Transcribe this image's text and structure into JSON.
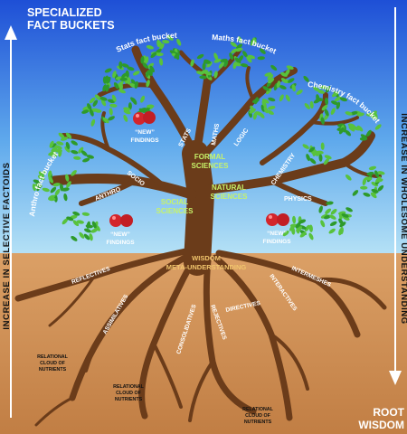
{
  "title": {
    "line1": "SPECIALIZED",
    "line2": "FACT BUCKETS"
  },
  "root_title": {
    "line1": "ROOT",
    "line2": "WISDOM"
  },
  "left_axis": "INCREASE  IN  SELECTIVE  FACTOIDS",
  "right_axis": "INCREASE  IN  WHOLESOME  UNDERSTANDING",
  "buckets": {
    "anthro": "Anthro fact bucket",
    "stats": "Stats fact bucket",
    "maths": "Maths fact bucket",
    "chemistry": "Chemistry fact bucket"
  },
  "branches": {
    "anthro": "ANTHRO",
    "socio": "SOCIO",
    "stats": "STATS",
    "maths": "MATHS",
    "logic": "LOGIC",
    "chemistry": "CHEMISTRY",
    "physics": "PHYSICS"
  },
  "sciences": {
    "formal": [
      "FORMAL",
      "SCIENCES"
    ],
    "natural": [
      "NATURAL",
      "SCIENCES"
    ],
    "social": [
      "SOCIAL",
      "SCIENCES"
    ]
  },
  "findings": {
    "line1": "“NEW”",
    "line2": "FINDINGS"
  },
  "trunk": {
    "line1": "WISDOM",
    "line2": "META-UNDERSTANDING"
  },
  "roots": {
    "reflectives": "REFLECTIVES",
    "assimilatives": "ASSIMILATIVES",
    "consolidatives": "CONSOLIDATIVES",
    "rejectives": "REJECTIVES",
    "directives": "DIRECTIVES",
    "interactives": "INTERACTIVES",
    "intermeshes": "INTERMESHES"
  },
  "nutrients": [
    "RELATIONAL",
    "CLOUD OF",
    "NUTRIENTS"
  ],
  "colors": {
    "sky_top": "#1e4fd6",
    "sky_bottom": "#a9dcf4",
    "ground": "#c98b52",
    "trunk": "#6b3c1a",
    "leaf": "#58c23c",
    "apple": "#d3252b"
  }
}
